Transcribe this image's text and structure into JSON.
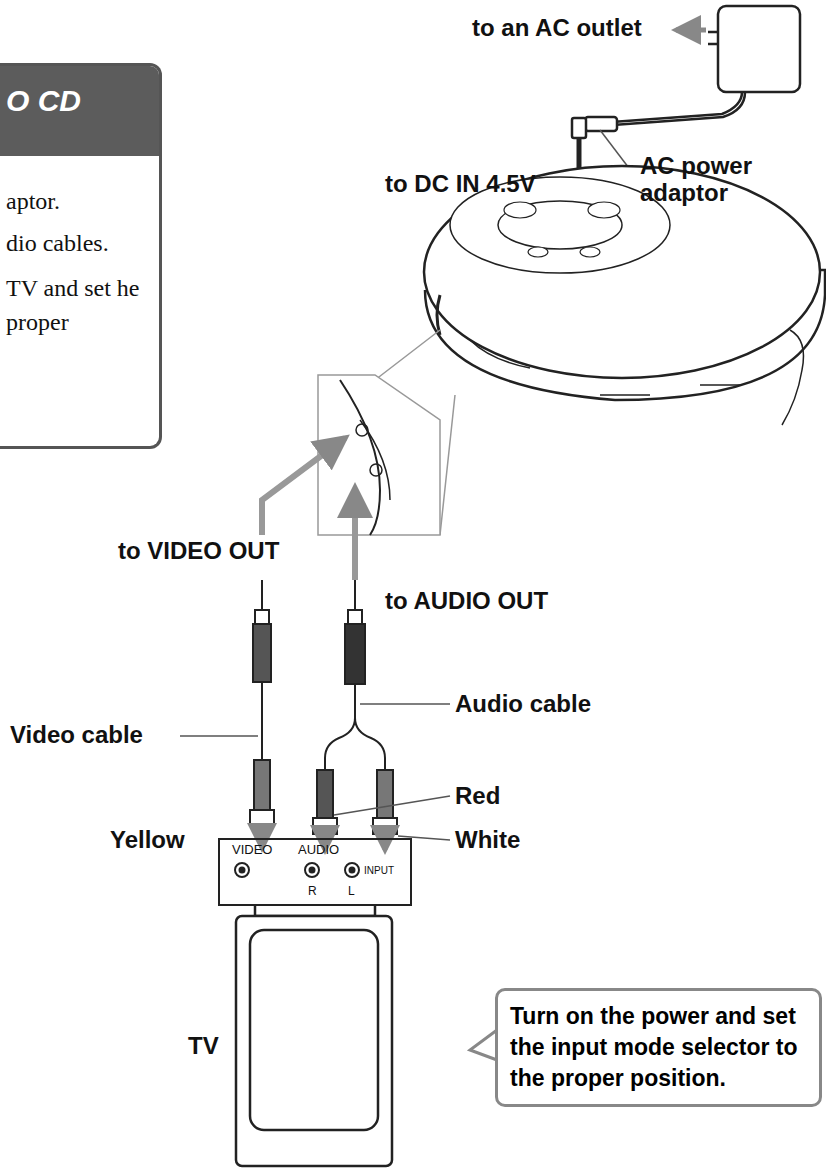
{
  "diagram": {
    "nodes": [
      {
        "text": [
          "O CD",
          "aptor.",
          "dio cables.",
          "TV and set he proper"
        ]
      },
      {
        "text": [
          "VIDEO",
          "AUDIO",
          "INPUT",
          "R",
          "L"
        ]
      },
      {
        "text": [
          "Turn on the power and set the input mode selector to the proper position."
        ]
      }
    ],
    "labels": [
      "to an AC outlet",
      "to DC IN 4.5V",
      "AC power adaptor",
      "to VIDEO OUT",
      "to AUDIO OUT",
      "Video cable",
      "Audio cable",
      "Red",
      "Yellow",
      "White",
      "TV"
    ]
  }
}
